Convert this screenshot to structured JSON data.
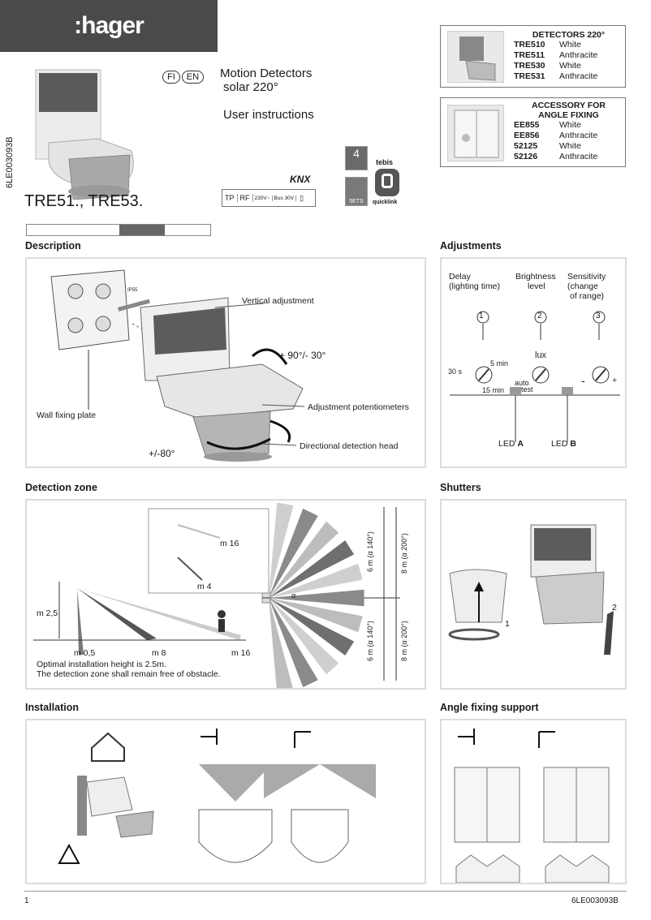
{
  "brand": ":hager",
  "doc_code": "6LE003093B",
  "languages": [
    "FI",
    "EN"
  ],
  "product_title_line1": "Motion Detectors",
  "product_title_line2": "solar 220°",
  "user_instructions": "User instructions",
  "model_title": "TRE51., TRE53.",
  "badges": {
    "knx": "KNX",
    "tp": "TP",
    "rf": "RF",
    "v230": "230V~",
    "bus": "Bus 30V",
    "tebis": "tebis",
    "quicklink": "quicklink",
    "ets4": "4",
    "ets5": "5ETS"
  },
  "detectors_box": {
    "title": "DETECTORS 220°",
    "rows": [
      {
        "code": "TRE510",
        "color": "White"
      },
      {
        "code": "TRE511",
        "color": "Anthracite"
      },
      {
        "code": "TRE530",
        "color": "White"
      },
      {
        "code": "TRE531",
        "color": "Anthracite"
      }
    ]
  },
  "accessory_box": {
    "title_line1": "ACCESSORY FOR",
    "title_line2": "ANGLE FIXING",
    "rows": [
      {
        "code": "EE855",
        "color": "White"
      },
      {
        "code": "EE856",
        "color": "Anthracite"
      },
      {
        "code": "52125",
        "color": "White"
      },
      {
        "code": "52126",
        "color": "Anthracite"
      }
    ]
  },
  "sections": {
    "description": "Description",
    "adjustments": "Adjustments",
    "detection_zone": "Detection zone",
    "shutters": "Shutters",
    "installation": "Installation",
    "angle_fixing": "Angle fixing support"
  },
  "description_labels": {
    "vertical": "Vertical adjustment",
    "angle_v": "+ 90°/- 30°",
    "wall_plate": "Wall fixing plate",
    "potentiometers": "Adjustment potentiometers",
    "head": "Directional detection head",
    "angle_h": "+/-80°",
    "ip": "IP55"
  },
  "adjustments_labels": {
    "delay1": "Delay",
    "delay2": "(lighting time)",
    "bright1": "Brightness",
    "bright2": "level",
    "sens1": "Sensitivity",
    "sens2": "(change",
    "sens3": "of range)",
    "n1": "1",
    "n2": "2",
    "n3": "3",
    "lux": "lux",
    "t30s": "30 s",
    "t5min": "5 min",
    "t15min": "15 min",
    "auto": "auto",
    "test": "test",
    "minus": "-",
    "plus": "+",
    "led_a_pre": "LED ",
    "led_a": "A",
    "led_b_pre": "LED ",
    "led_b": "B"
  },
  "zone_labels": {
    "m16a": "m 16",
    "m4": "m 4",
    "m25": "m 2,5",
    "m05": "m 0,5",
    "m8": "m 8",
    "m16b": "m 16",
    "note1": "Optimal installation height is 2.5m.",
    "note2": "The detection zone shall remain free of obstacle.",
    "r1": "6 m (α 140°)",
    "r2": "8 m (α 200°)",
    "r3": "6 m (α 140°)",
    "r4": "8 m (α 200°)",
    "alpha": "α"
  },
  "shutter_labels": {
    "n1": "1",
    "n2": "2"
  },
  "footer": {
    "page": "1",
    "code": "6LE003093B"
  }
}
